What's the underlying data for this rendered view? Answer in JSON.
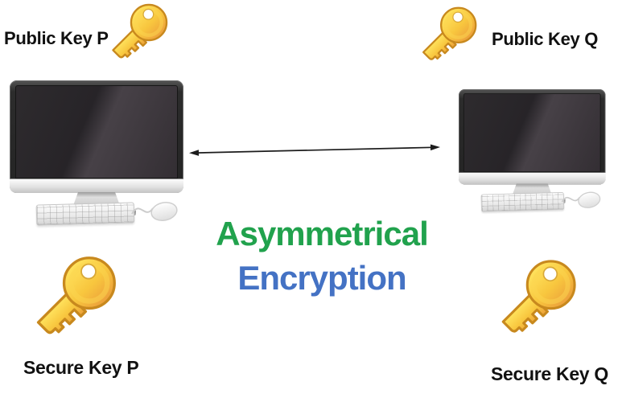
{
  "diagram": {
    "background": "#ffffff",
    "title": {
      "line1": "Asymmetrical",
      "line2": "Encryption",
      "line1_color": "#21a24d",
      "line2_color": "#4472c4"
    },
    "labels": {
      "top_left": "Public Key P",
      "top_right": "Public Key Q",
      "bottom_left": "Secure Key P",
      "bottom_right": "Secure Key Q"
    },
    "icons": {
      "key_icons": [
        "public-key-p-icon",
        "public-key-q-icon",
        "secure-key-p-icon",
        "secure-key-q-icon"
      ],
      "key_color_main": "#f8c63e",
      "key_color_outline": "#c8891e",
      "computer_icons": [
        "computer-left",
        "computer-right"
      ],
      "arrow_icon": "double-headed-arrow",
      "arrow_color": "#1c1c1c"
    },
    "label_color": "#111111"
  }
}
